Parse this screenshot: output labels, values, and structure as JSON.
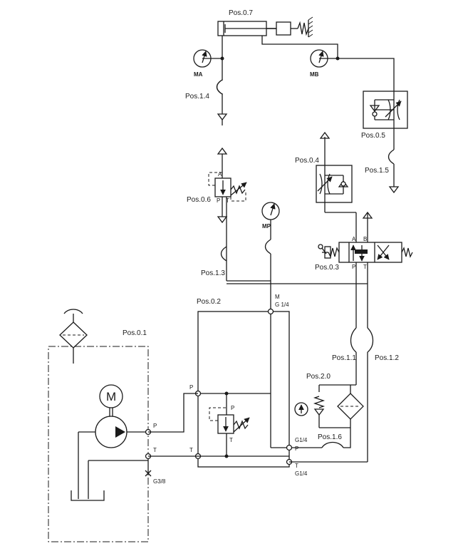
{
  "components": {
    "cylinder": "Pos.0.7",
    "gauge_a": "MA",
    "gauge_b": "MB",
    "hose_1_4": "Pos.1.4",
    "throttle_0_5": "Pos.0.5",
    "hose_1_5": "Pos.1.5",
    "throttle_0_4": "Pos.0.4",
    "prv_0_6": "Pos.0.6",
    "gauge_p": "MP",
    "hose_1_3": "Pos.1.3",
    "dcv_0_3": "Pos.0.3",
    "manifold_0_2": "Pos.0.2",
    "power_unit_0_1": "Pos.0.1",
    "hose_1_1": "Pos.1.1",
    "hose_1_2": "Pos.1.2",
    "filter_2_0": "Pos.2.0",
    "hose_1_6": "Pos.1.6",
    "motor": "M"
  },
  "ports": {
    "prv06_a": "A",
    "prv06_p": "P",
    "prv06_t": "T",
    "dcv_a": "A",
    "dcv_b": "B",
    "dcv_p": "P",
    "dcv_t": "T",
    "m_port": "M",
    "m_thread": "G 1/4",
    "manifold_p": "P",
    "manifold_t": "T",
    "relief_p": "P",
    "relief_t": "T",
    "unit_p": "P",
    "unit_t": "T",
    "unit_thread": "G3/8",
    "out_p_thread": "G1/4",
    "out_p": "P",
    "out_t": "T",
    "out_t_thread": "G1/4"
  }
}
